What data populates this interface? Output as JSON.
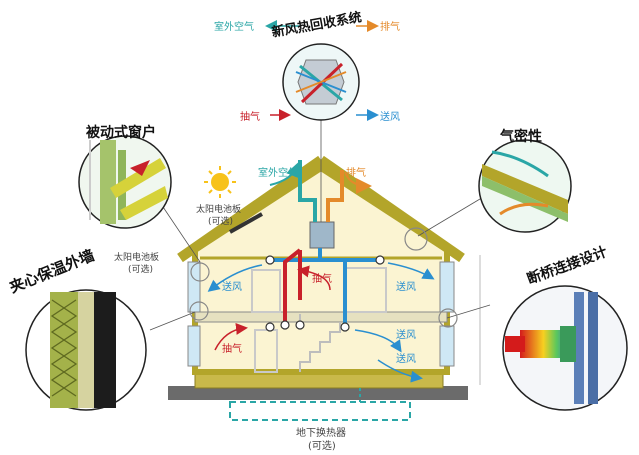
{
  "colors": {
    "fresh_air": "#2aa6a6",
    "exhaust": "#e48a2a",
    "extract": "#c8212b",
    "supply": "#2a8fd0",
    "wall": "#b3a52a",
    "roof_fill": "#fff7d6",
    "interior": "#fbf4d2",
    "ground": "#6b6b6b"
  },
  "top_unit": {
    "title": "新风热回收系统",
    "outdoor_air": "室外空气",
    "exhaust_out": "排气",
    "extract_in": "抽气",
    "supply_out": "送风"
  },
  "callouts": {
    "window": "被动式窗户",
    "airtight": "气密性",
    "insulation": "夹心保温外墙",
    "thermal_bridge": "断桥连接设计"
  },
  "house_labels": {
    "roof_outdoor_air": "室外空气",
    "roof_exhaust": "排气",
    "solar_roof": "太阳电池板",
    "solar_roof_opt": "(可选)",
    "solar_wall": "太阳电池板",
    "solar_wall_opt": "(可选)",
    "upper_left_supply": "送风",
    "upper_center_extract": "抽气",
    "upper_right_supply": "送风",
    "lower_left_extract": "抽气",
    "lower_center_supply": "送风",
    "lower_right_supply": "送风",
    "ground_hx": "地下换热器",
    "ground_hx_opt": "(可选)"
  }
}
